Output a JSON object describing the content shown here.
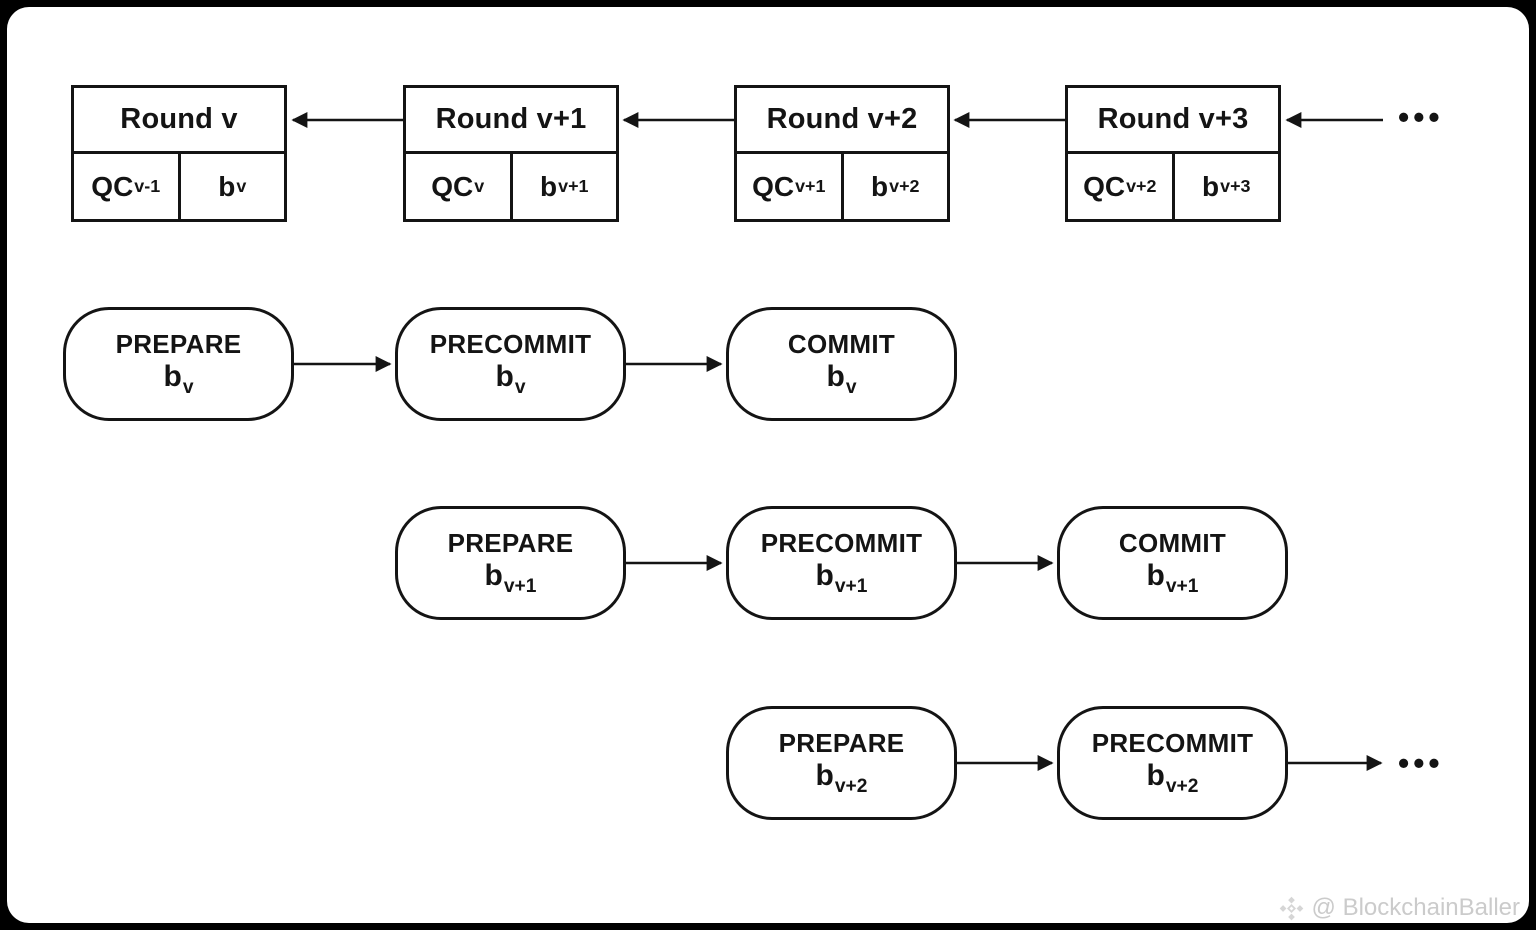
{
  "colors": {
    "background": "#000000",
    "surface": "#ffffff",
    "ink": "#141414",
    "watermark": "#cbcbcb"
  },
  "chain": {
    "rounds": [
      {
        "title": "Round v",
        "qc": {
          "base": "QC",
          "sub": "v-1"
        },
        "block": {
          "base": "b",
          "sub": "v"
        }
      },
      {
        "title": "Round v+1",
        "qc": {
          "base": "QC",
          "sub": "v"
        },
        "block": {
          "base": "b",
          "sub": "v+1"
        }
      },
      {
        "title": "Round v+2",
        "qc": {
          "base": "QC",
          "sub": "v+1"
        },
        "block": {
          "base": "b",
          "sub": "v+2"
        }
      },
      {
        "title": "Round v+3",
        "qc": {
          "base": "QC",
          "sub": "v+2"
        },
        "block": {
          "base": "b",
          "sub": "v+3"
        }
      }
    ],
    "ellipsis": "•••"
  },
  "phases": {
    "rows": [
      {
        "pills": [
          {
            "label": "PREPARE",
            "block": {
              "base": "b",
              "sub": "v"
            }
          },
          {
            "label": "PRECOMMIT",
            "block": {
              "base": "b",
              "sub": "v"
            }
          },
          {
            "label": "COMMIT",
            "block": {
              "base": "b",
              "sub": "v"
            }
          }
        ]
      },
      {
        "pills": [
          {
            "label": "PREPARE",
            "block": {
              "base": "b",
              "sub": "v+1"
            }
          },
          {
            "label": "PRECOMMIT",
            "block": {
              "base": "b",
              "sub": "v+1"
            }
          },
          {
            "label": "COMMIT",
            "block": {
              "base": "b",
              "sub": "v+1"
            }
          }
        ]
      },
      {
        "pills": [
          {
            "label": "PREPARE",
            "block": {
              "base": "b",
              "sub": "v+2"
            }
          },
          {
            "label": "PRECOMMIT",
            "block": {
              "base": "b",
              "sub": "v+2"
            }
          }
        ],
        "ellipsis": "•••"
      }
    ]
  },
  "watermark": {
    "icon": "binance-diamond-icon",
    "text": "@ BlockchainBaller"
  }
}
